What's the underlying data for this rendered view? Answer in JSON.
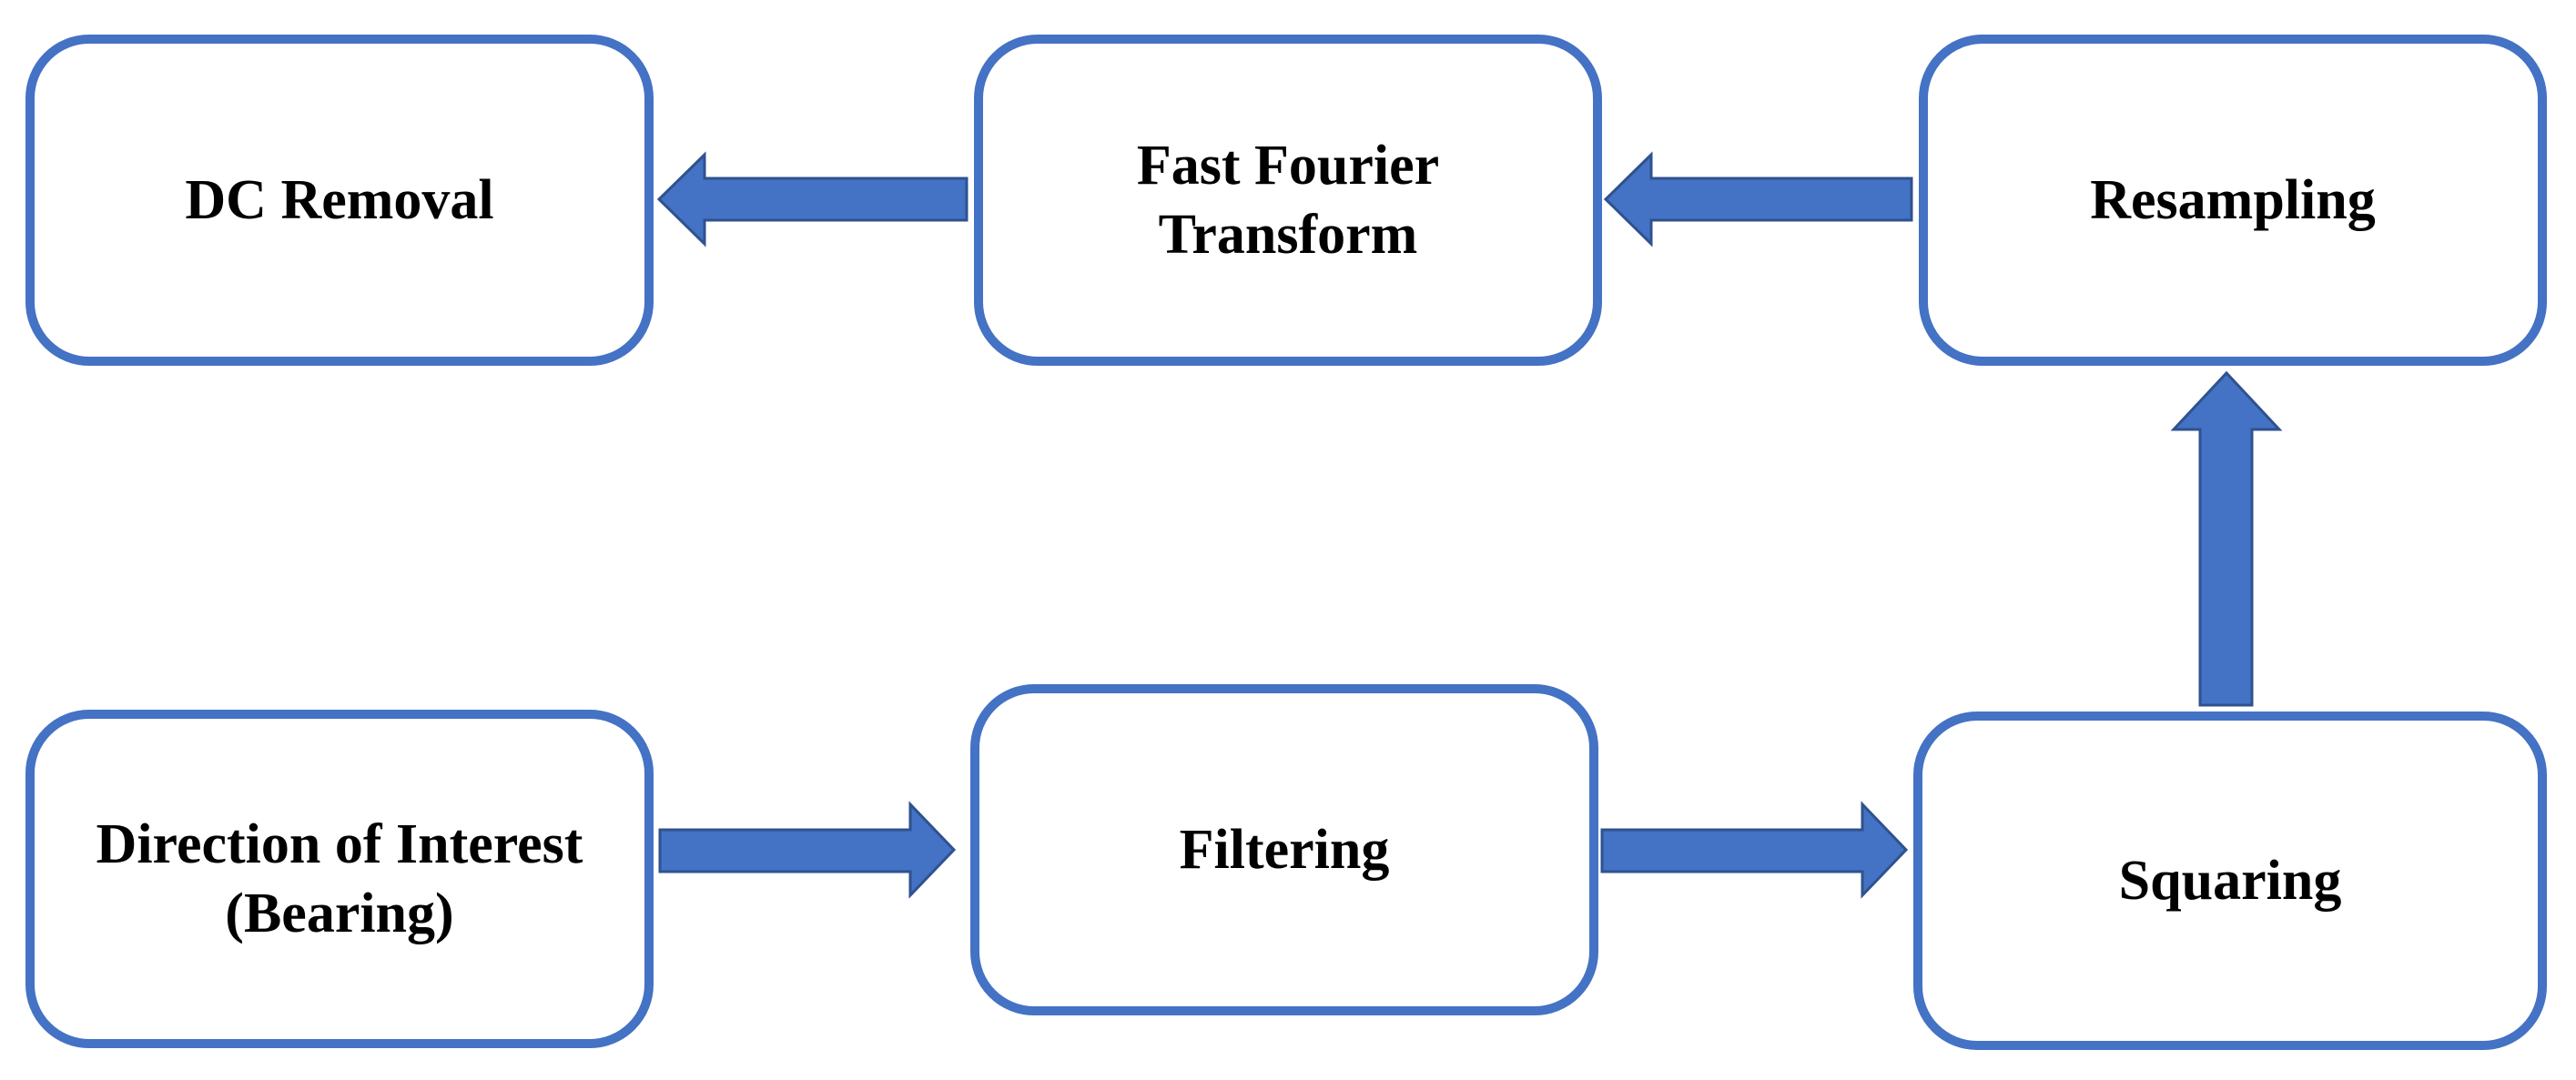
{
  "diagram": {
    "boxes": {
      "dc_removal": "DC Removal",
      "fft": "Fast Fourier\nTransform",
      "resampling": "Resampling",
      "direction": "Direction of Interest\n(Bearing)",
      "filtering": "Filtering",
      "squaring": "Squaring"
    },
    "colors": {
      "accent": "#4472c4",
      "arrow_outline": "#2f528f"
    }
  }
}
